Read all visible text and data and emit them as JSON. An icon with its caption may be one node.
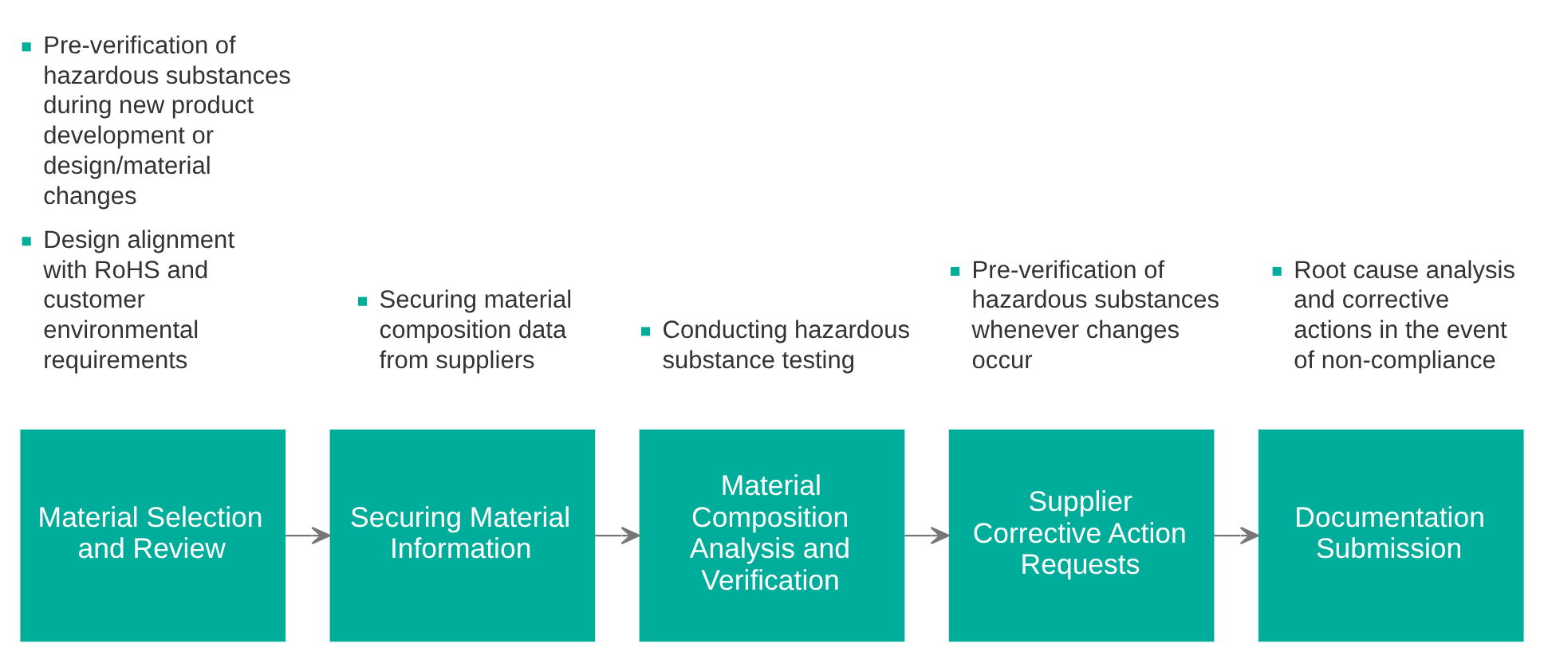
{
  "diagram": {
    "nodes": [
      {
        "text": [
          "Material Selection and Review"
        ],
        "beside": [
          "Pre-verification of hazardous substances during new product development or design/material changes",
          "Design alignment with RoHS and customer environmental requirements"
        ]
      },
      {
        "text": [
          "Securing Material Information"
        ],
        "beside": [
          "Securing material composition data from suppliers"
        ]
      },
      {
        "text": [
          "Material Composition Analysis and Verification"
        ],
        "beside": [
          "Conducting hazardous substance testing"
        ]
      },
      {
        "text": [
          "Supplier Corrective Action Requests"
        ],
        "beside": [
          "Pre-verification of hazardous substances whenever changes occur"
        ]
      },
      {
        "text": [
          "Documentation Submission"
        ],
        "beside": [
          "Root cause analysis and corrective actions in the event of non-compliance"
        ]
      }
    ],
    "edges": [
      {
        "from": 0,
        "to": 1,
        "arrow": "to"
      },
      {
        "from": 1,
        "to": 2,
        "arrow": "to"
      },
      {
        "from": 2,
        "to": 3,
        "arrow": "to"
      },
      {
        "from": 3,
        "to": 4,
        "arrow": "to"
      }
    ]
  }
}
